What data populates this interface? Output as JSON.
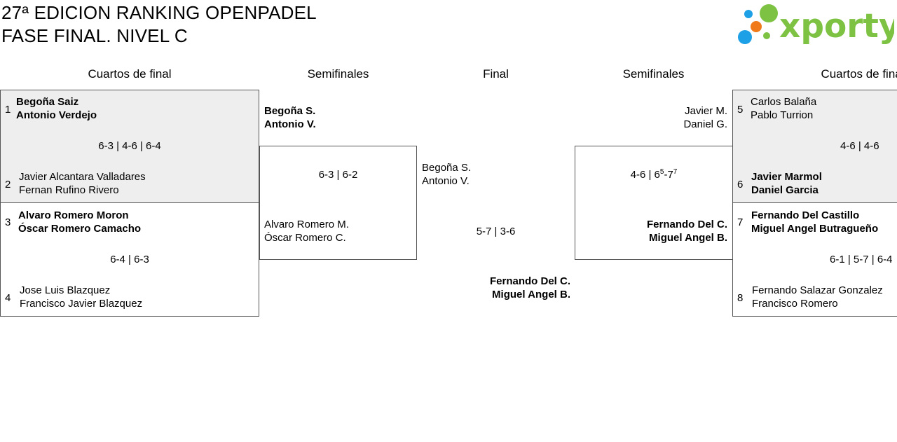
{
  "header": {
    "title_line1": "27ª EDICION RANKING OPENPADEL",
    "title_line2": "FASE FINAL. NIVEL C",
    "logo_text": "xporty",
    "logo_colors": {
      "blue": "#1ea0e6",
      "green": "#7dc242",
      "orange": "#f07a1a"
    }
  },
  "columns": {
    "left_quarters": "Cuartos de final",
    "left_semis": "Semifinales",
    "final": "Final",
    "right_semis": "Semifinales",
    "right_quarters": "Cuartos de final"
  },
  "left_quarters": [
    {
      "top_seed": "1",
      "top_p1": "Begoña Saiz",
      "top_p2": "Antonio Verdejo",
      "score": "6-3 | 4-6 | 6-4",
      "bottom_seed": "2",
      "bottom_p1": "Javier Alcantara Valladares",
      "bottom_p2": "Fernan Rufino Rivero"
    },
    {
      "top_seed": "3",
      "top_p1": "Alvaro Romero Moron",
      "top_p2": "Óscar Romero Camacho",
      "score": "6-4 | 6-3",
      "bottom_seed": "4",
      "bottom_p1": "Jose Luis Blazquez",
      "bottom_p2": "Francisco Javier Blazquez"
    }
  ],
  "left_semi": {
    "top_p1": "Begoña S.",
    "top_p2": "Antonio V.",
    "score": "6-3 | 6-2",
    "bottom_p1": "Alvaro Romero M.",
    "bottom_p2": "Óscar Romero C."
  },
  "final": {
    "top_p1": "Begoña S.",
    "top_p2": "Antonio V.",
    "score": "5-7 | 3-6",
    "bottom_p1": "Fernando Del C.",
    "bottom_p2": "Miguel Angel B."
  },
  "right_semi": {
    "top_p1": "Javier M.",
    "top_p2": "Daniel G.",
    "score_a": "4-6 | 6",
    "score_sup1": "5",
    "score_b": "-7",
    "score_sup2": "7",
    "bottom_p1": "Fernando Del C.",
    "bottom_p2": "Miguel Angel B."
  },
  "right_quarters": [
    {
      "top_seed": "5",
      "top_p1": "Carlos Balaña",
      "top_p2": "Pablo Turrion",
      "score": "4-6 | 4-6",
      "bottom_seed": "6",
      "bottom_p1": "Javier Marmol",
      "bottom_p2": "Daniel Garcia"
    },
    {
      "top_seed": "7",
      "top_p1": "Fernando Del Castillo",
      "top_p2": "Miguel Angel Butragueño",
      "score": "6-1 | 5-7 | 6-4",
      "bottom_seed": "8",
      "bottom_p1": "Fernando Salazar Gonzalez",
      "bottom_p2": "Francisco Romero"
    }
  ]
}
